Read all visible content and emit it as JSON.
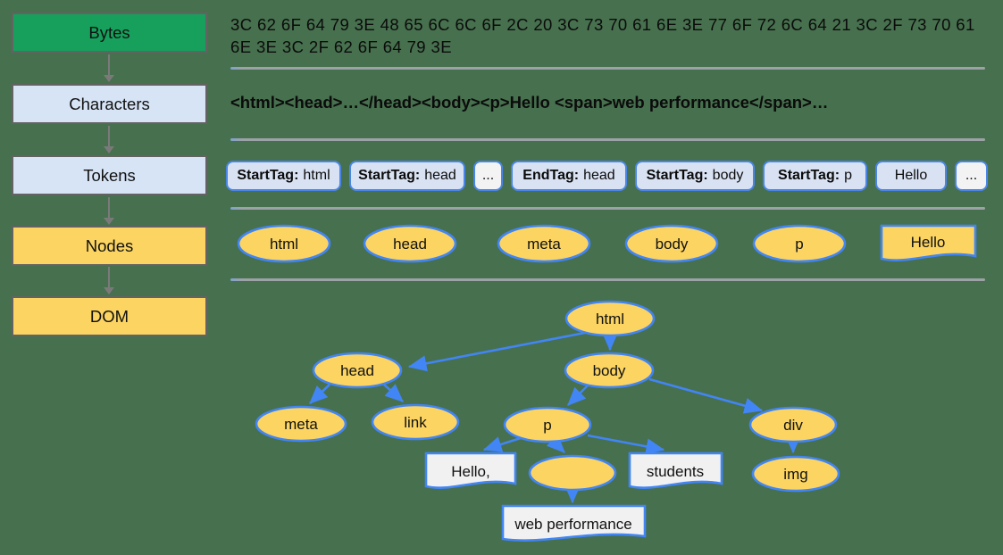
{
  "pipeline": {
    "stages": [
      {
        "label": "Bytes"
      },
      {
        "label": "Characters"
      },
      {
        "label": "Tokens"
      },
      {
        "label": "Nodes"
      },
      {
        "label": "DOM"
      }
    ]
  },
  "bytes_row": {
    "lines": [
      "3C 62 6F 64 79 3E 48 65 6C 6C 6F 2C 20 3C 73 70 61 6E 3E 77 6F 72 6C 64 21 3C 2F 73 70 61",
      "6E 3E 3C 2F 62 6F 64 79 3E"
    ]
  },
  "characters_row": {
    "text": "<html><head>…</head><body><p>Hello <span>web performance</span>…"
  },
  "tokens_row": {
    "items": [
      {
        "bold": "StartTag:",
        "text": "html"
      },
      {
        "bold": "StartTag:",
        "text": "head"
      },
      {
        "bold": "",
        "text": "..."
      },
      {
        "bold": "EndTag:",
        "text": "head"
      },
      {
        "bold": "StartTag:",
        "text": "body"
      },
      {
        "bold": "StartTag:",
        "text": "p"
      },
      {
        "bold": "",
        "text": "Hello"
      },
      {
        "bold": "",
        "text": "..."
      }
    ]
  },
  "nodes_row": {
    "ellipses": [
      {
        "label": "html"
      },
      {
        "label": "head"
      },
      {
        "label": "meta"
      },
      {
        "label": "body"
      },
      {
        "label": "p"
      }
    ],
    "text_node": {
      "label": "Hello"
    }
  },
  "dom_tree": {
    "nodes": {
      "html": "html",
      "head": "head",
      "body": "body",
      "meta": "meta",
      "link": "link",
      "p": "p",
      "div": "div",
      "img": "img",
      "text_hello": "Hello,",
      "text_students": "students",
      "text_webperf": "web performance"
    }
  },
  "colors": {
    "background": "#47704E",
    "bytes_stage_fill": "#16A05C",
    "blue_stage_fill": "#D6E4F6",
    "yellow_fill": "#FBD462",
    "node_border": "#4285F4",
    "token_fill": "#D9E2F3",
    "token_border": "#4A86E8",
    "text_node_fill": "#F1F1F1",
    "divider": "#9DA2A6",
    "flow_arrow": "#7A7A7A"
  }
}
